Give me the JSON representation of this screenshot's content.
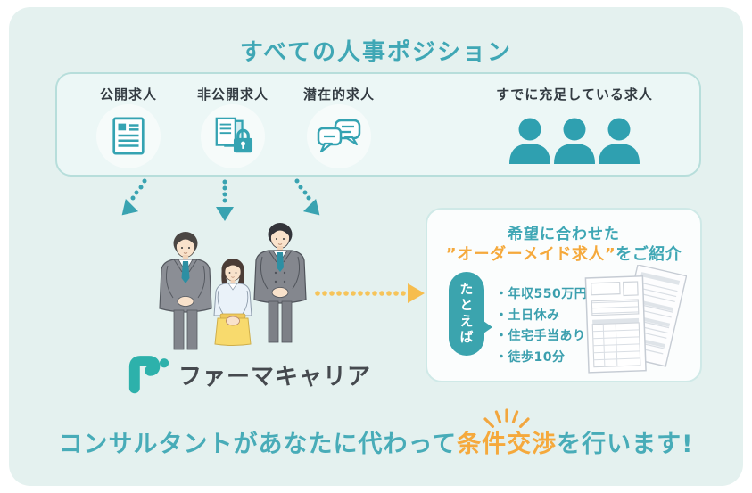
{
  "colors": {
    "background": "#e4f1ef",
    "teal_accent": "#3fa7b5",
    "teal_icon": "#35a3b2",
    "orange_accent": "#f5a93c",
    "orange_dots": "#f6c45a",
    "dark_label": "#333b42",
    "logo_text": "#45494e"
  },
  "title": "すべての人事ポジション",
  "positions_box": {
    "items": [
      {
        "label": "公開求人",
        "icon": "document-icon"
      },
      {
        "label": "非公開求人",
        "icon": "locked-documents-icon"
      },
      {
        "label": "潜在的求人",
        "icon": "chat-bubbles-icon"
      },
      {
        "label": "すでに充足している求人",
        "icon": "filled-people-icon"
      }
    ]
  },
  "brand": {
    "name": "ファーマキャリア",
    "mark": "pharmacareer-logo-mark"
  },
  "offer_box": {
    "heading_line1": "希望に合わせた",
    "heading_highlight": "”オーダーメイド求人”",
    "heading_suffix": "をご紹介",
    "example_label": "たとえば",
    "bullets": [
      "・年収550万円",
      "・土日休み",
      "・住宅手当あり",
      "・徒歩10分"
    ]
  },
  "footer": {
    "prefix": "コンサルタントがあなたに代わって",
    "highlight": "条件交渉",
    "suffix": "を行います!"
  },
  "icons": [
    "down-dotted-arrows",
    "right-dotted-arrow-icon",
    "sparkle-icon",
    "consultants-illustration",
    "job-sheets-illustration"
  ]
}
